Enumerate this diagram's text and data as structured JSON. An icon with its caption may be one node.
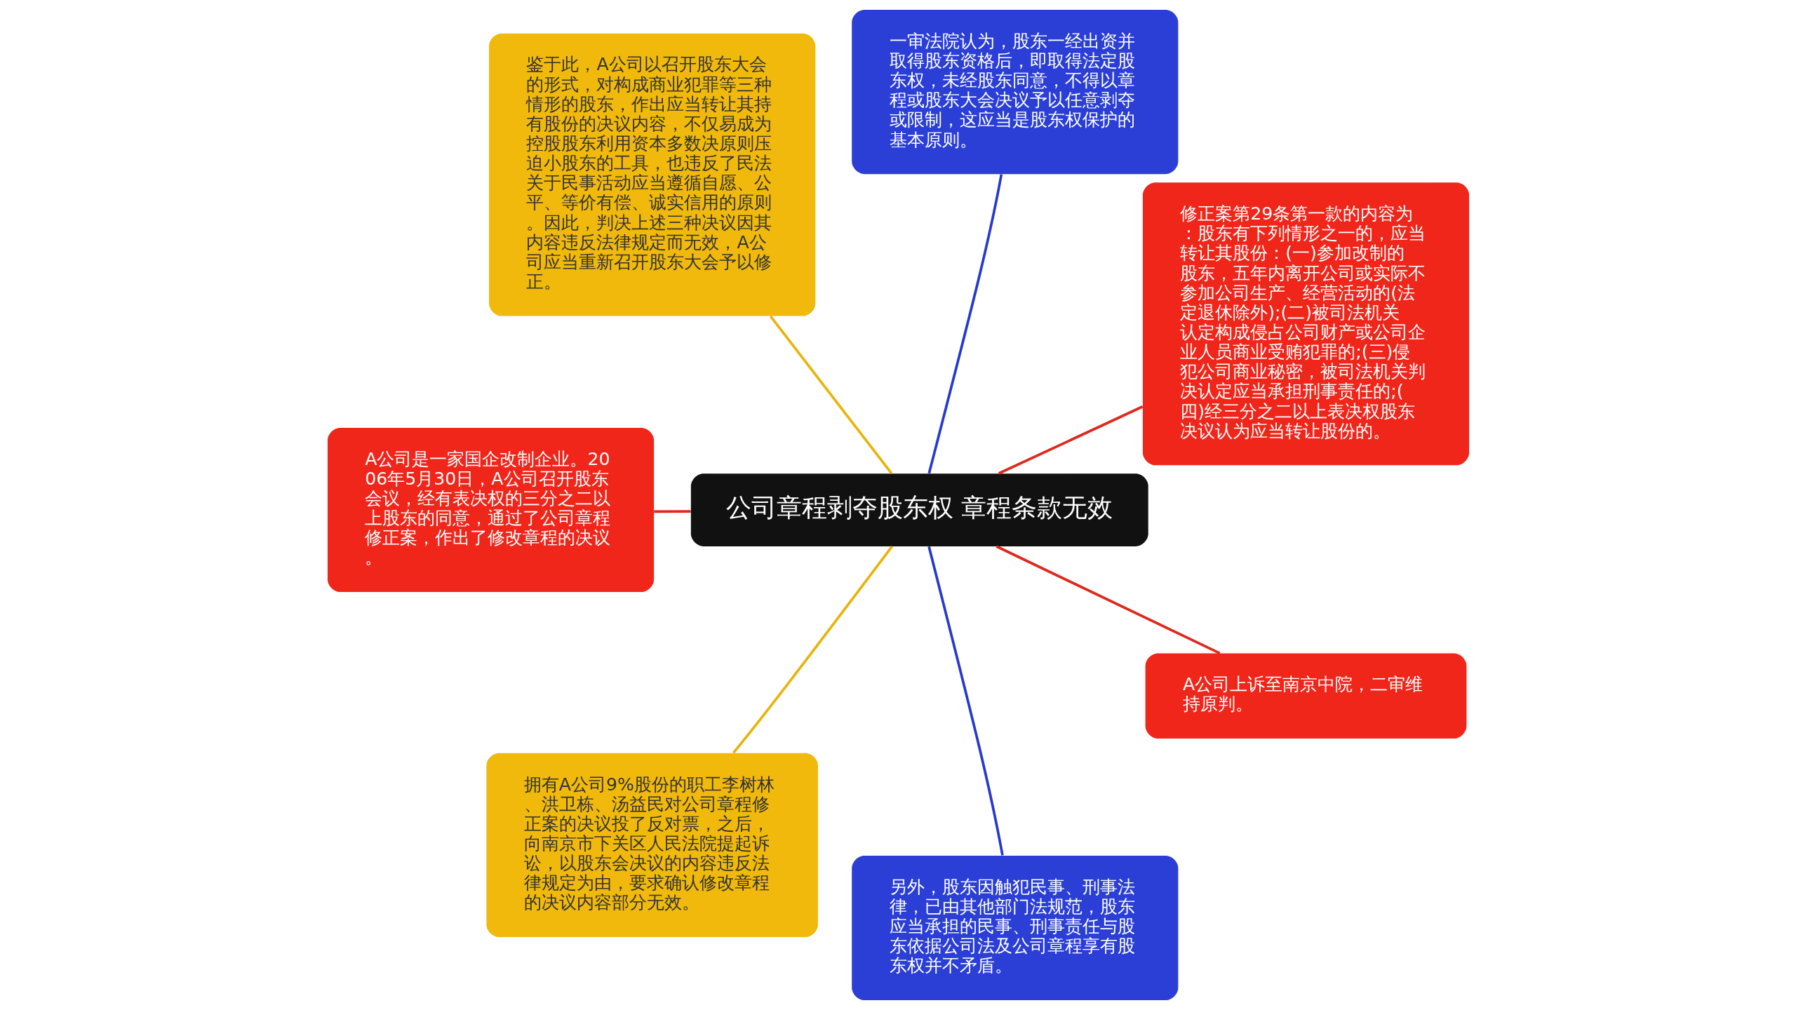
{
  "diagram": {
    "nodes": [
      {
        "text": [
          "公司章程剥夺股东权 章程条款无效"
        ]
      },
      {
        "text": [
          "修正案第29条第一款的内容为：股东有下列情形之一的，应当转让其股份：(一)参加改制的股东，五年内离开公司或实际不参加公司生产、经营活动的(法定退休除外);(二)被司法机关认定构成侵占公司财产或公司企业人员商业受贿犯罪的;(三)侵犯公司商业秘密，被司法机关判决认定应当承担刑事责任的;(四)经三分之二以上表决权股东决议认为应当转让股份的。"
        ]
      },
      {
        "text": [
          "一审法院认为，股东一经出资并取得股东资格后，即取得法定股东权，未经股东同意，不得以章程或股东大会决议予以任意剥夺或限制，这应当是股东权保护的基本原则。"
        ]
      },
      {
        "text": [
          "鉴于此，A公司以召开股东大会的形式，对构成商业犯罪等三种情形的股东，作出应当转让其持有股份的决议内容，不仅易成为控股股东利用资本多数决原则压迫小股东的工具，也违反了民法关于民事活动应当遵循自愿、公平、等价有偿、诚实信用的原则。因此，判决上述三种决议因其内容违反法律规定而无效，A公司应当重新召开股东大会予以修正。"
        ]
      },
      {
        "text": [
          "A公司是一家国企改制企业。2006年5月30日，A公司召开股东会议，经有表决权的三分之二以上股东的同意，通过了公司章程修正案，作出了修改章程的决议。"
        ]
      },
      {
        "text": [
          "拥有A公司9%股份的职工李树林、洪卫栋、汤益民对公司章程修正案的决议投了反对票，之后，向南京市下关区人民法院提起诉讼，以股东会决议的内容违反法律规定为由，要求确认修改章程的决议内容部分无效。"
        ]
      },
      {
        "text": [
          "另外，股东因触犯民事、刑事法律，已由其他部门法规范，股东应当承担的民事、刑事责任与股东依据公司法及公司章程享有股东权并不矛盾。"
        ]
      },
      {
        "text": [
          "A公司上诉至南京中院，二审维持原判。"
        ]
      }
    ],
    "edges": [
      {
        "from": 0,
        "to": 1,
        "arrow": "none",
        "color": "#e0281c"
      },
      {
        "from": 0,
        "to": 2,
        "arrow": "none",
        "color": "#2639d0"
      },
      {
        "from": 0,
        "to": 3,
        "arrow": "none",
        "color": "#e8b40c"
      },
      {
        "from": 0,
        "to": 4,
        "arrow": "none",
        "color": "#e0281c"
      },
      {
        "from": 0,
        "to": 5,
        "arrow": "none",
        "color": "#e8b40c"
      },
      {
        "from": 0,
        "to": 6,
        "arrow": "none",
        "color": "#2639d0"
      },
      {
        "from": 0,
        "to": 7,
        "arrow": "none",
        "color": "#e0281c"
      }
    ]
  }
}
